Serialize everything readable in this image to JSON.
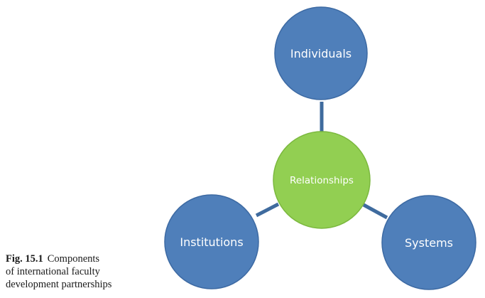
{
  "diagram": {
    "nodes": {
      "top": "Individuals",
      "center": "Relationships",
      "left": "Institutions",
      "right": "Systems"
    },
    "colors": {
      "outer_node": "#4f7fba",
      "outer_border": "#3d6aa3",
      "center_node": "#92cf52",
      "center_border": "#7bb83e",
      "connector": "#3f6b9e"
    }
  },
  "caption": {
    "figure_number": "Fig. 15.1",
    "line1": "Components",
    "line2": "of international faculty",
    "line3": "development partnerships"
  }
}
